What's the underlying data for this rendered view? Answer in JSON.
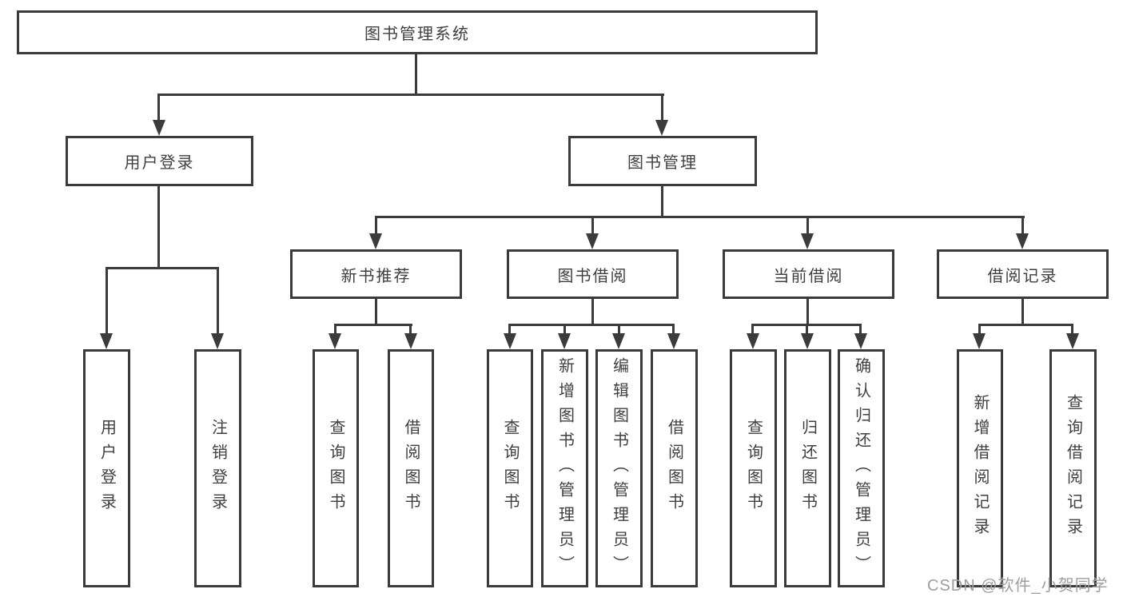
{
  "tree": {
    "label": "图书管理系统",
    "children": [
      {
        "label": "用户登录",
        "children": [
          {
            "label": "用户登录"
          },
          {
            "label": "注销登录"
          }
        ]
      },
      {
        "label": "图书管理",
        "children": [
          {
            "label": "新书推荐",
            "children": [
              {
                "label": "查询图书"
              },
              {
                "label": "借阅图书"
              }
            ]
          },
          {
            "label": "图书借阅",
            "children": [
              {
                "label": "查询图书"
              },
              {
                "label": "新增图书（管理员）"
              },
              {
                "label": "编辑图书（管理员）"
              },
              {
                "label": "借阅图书"
              }
            ]
          },
          {
            "label": "当前借阅",
            "children": [
              {
                "label": "查询图书"
              },
              {
                "label": "归还图书"
              },
              {
                "label": "确认归还（管理员）"
              }
            ]
          },
          {
            "label": "借阅记录",
            "children": [
              {
                "label": "新增借阅记录"
              },
              {
                "label": "查询借阅记录"
              }
            ]
          }
        ]
      }
    ]
  },
  "watermark": {
    "text": "CSDN @软件_小贺同学"
  },
  "colors": {
    "line": "#3b3b3b",
    "text": "#3f3f3f",
    "watermark": "#9e9e9e",
    "background": "#ffffff"
  }
}
